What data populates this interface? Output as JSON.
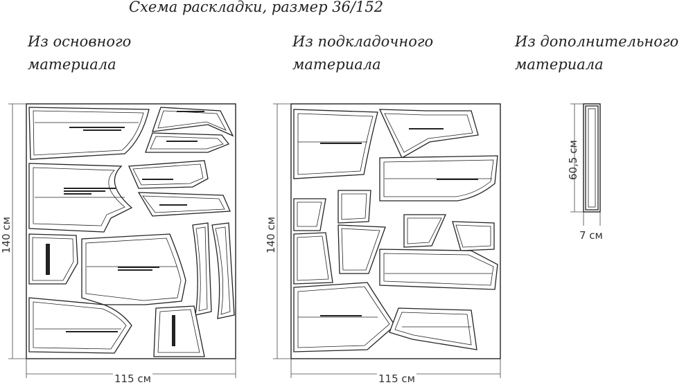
{
  "title": "Схема раскладки, размер 36/152",
  "sections": [
    {
      "line1": "Из основного",
      "line2": "материала",
      "height": "140 см",
      "width": "115 см"
    },
    {
      "line1": "Из подкладочного",
      "line2": "материала",
      "height": "140 см",
      "width": "115 см"
    },
    {
      "line1": "Из дополнительного",
      "line2": "материала",
      "height": "60,5 см",
      "width": "7 см"
    }
  ]
}
